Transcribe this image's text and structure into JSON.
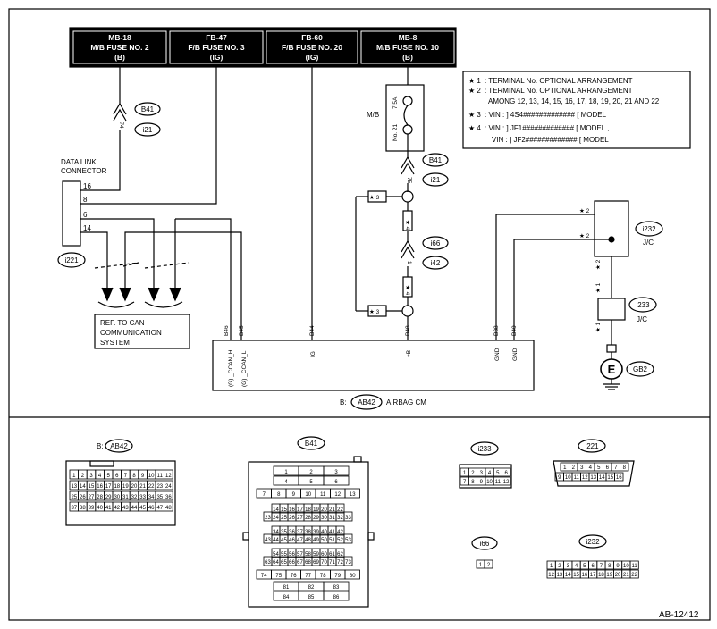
{
  "fuses": [
    {
      "line1": "MB-18",
      "line2": "M/B FUSE NO. 2",
      "line3": "(B)"
    },
    {
      "line1": "FB-47",
      "line2": "F/B FUSE NO. 3",
      "line3": "(IG)"
    },
    {
      "line1": "FB-60",
      "line2": "F/B FUSE NO. 20",
      "line3": "(IG)"
    },
    {
      "line1": "MB-8",
      "line2": "M/B FUSE NO. 10",
      "line3": "(B)"
    }
  ],
  "notes": [
    {
      "mark": "★ 1",
      "text": ": TERMINAL No. OPTIONAL ARRANGEMENT"
    },
    {
      "mark": "★ 2",
      "text": ": TERMINAL No. OPTIONAL ARRANGEMENT"
    },
    {
      "mark": "",
      "text": "AMONG 12, 13, 14, 15, 16, 17, 18, 19, 20, 21 AND 22"
    },
    {
      "mark": "★ 3",
      "text": ": VIN : ] 4S4############# [ MODEL"
    },
    {
      "mark": "★ 4",
      "text": ": VIN : ] JF1############# [ MODEL ,"
    },
    {
      "mark": "",
      "text": "VIN : ] JF2############# [ MODEL"
    }
  ],
  "labels": {
    "dlc_line1": "DATA LINK",
    "dlc_line2": "CONNECTOR",
    "ref1": "REF. TO CAN",
    "ref2": "COMMUNICATION",
    "ref3": "SYSTEM",
    "mb": "M/B",
    "fuse_no": "No. 21",
    "fuse_amp": "7.5A",
    "jc1": "J/C",
    "jc2": "J/C",
    "cm_prefix": "B:",
    "cm_name": "AIRBAG CM",
    "b_prefix": "B:",
    "footer": "AB-12412"
  },
  "connectors": {
    "b41": "B41",
    "i21": "i21",
    "i66": "i66",
    "i42": "i42",
    "i221": "i221",
    "i232": "i232",
    "i233": "i233",
    "ab42": "AB42",
    "gb2": "GB2",
    "earth": "E"
  },
  "pin_numbers": {
    "dlc": [
      "16",
      "8",
      "6",
      "14"
    ],
    "b41_top": "74",
    "b41_mid": "75",
    "i66_pin": "1"
  },
  "markers": {
    "star1": "★ 1",
    "star2": "★ 2",
    "star3": "★ 3",
    "star4": "★ 4"
  },
  "cm_pins": [
    {
      "num": "B46",
      "name": "(G) _CCAN_H"
    },
    {
      "num": "B45",
      "name": "(G) _CCAN_L"
    },
    {
      "num": "B44",
      "name": "IG"
    },
    {
      "num": "B48",
      "name": "+B"
    },
    {
      "num": "B38",
      "name": "GND"
    },
    {
      "num": "B40",
      "name": "GND"
    }
  ],
  "ab42_rows": [
    [
      "1",
      "2",
      "3",
      "4",
      "5",
      "6",
      "7",
      "8",
      "9",
      "10",
      "11",
      "12"
    ],
    [
      "13",
      "14",
      "15",
      "16",
      "17",
      "18",
      "19",
      "20",
      "21",
      "22",
      "23",
      "24"
    ],
    [
      "25",
      "26",
      "27",
      "28",
      "29",
      "30",
      "31",
      "32",
      "33",
      "34",
      "35",
      "36"
    ],
    [
      "37",
      "38",
      "39",
      "40",
      "41",
      "42",
      "43",
      "44",
      "45",
      "46",
      "47",
      "48"
    ]
  ],
  "b41_rows": [
    [
      "1",
      "2",
      "3"
    ],
    [
      "4",
      "5",
      "6"
    ],
    [
      "7",
      "8",
      "9",
      "10",
      "11",
      "12",
      "13"
    ],
    [
      "14",
      "15",
      "16",
      "17",
      "18",
      "19",
      "20",
      "21",
      "22"
    ],
    [
      "23",
      "24",
      "25",
      "26",
      "27",
      "28",
      "29",
      "30",
      "31",
      "32",
      "33"
    ],
    [
      "34",
      "35",
      "36",
      "37",
      "38",
      "39",
      "40",
      "41",
      "42"
    ],
    [
      "43",
      "44",
      "45",
      "46",
      "47",
      "48",
      "49",
      "50",
      "51",
      "52",
      "53"
    ],
    [
      "54",
      "55",
      "56",
      "57",
      "58",
      "59",
      "60",
      "61",
      "62"
    ],
    [
      "63",
      "64",
      "65",
      "66",
      "67",
      "68",
      "69",
      "70",
      "71",
      "72",
      "73"
    ],
    [
      "74",
      "75",
      "76",
      "77",
      "78",
      "79",
      "80"
    ],
    [
      "81",
      "82",
      "83"
    ],
    [
      "84",
      "85",
      "86"
    ]
  ],
  "i233_rows": [
    [
      "1",
      "2",
      "3",
      "4",
      "5",
      "6"
    ],
    [
      "7",
      "8",
      "9",
      "10",
      "11",
      "12"
    ]
  ],
  "i221_rows": [
    [
      "1",
      "2",
      "3",
      "4",
      "5",
      "6",
      "7",
      "8"
    ],
    [
      "9",
      "10",
      "11",
      "12",
      "13",
      "14",
      "15",
      "16"
    ]
  ],
  "i66_rows": [
    [
      "1",
      "2"
    ]
  ],
  "i232_rows": [
    [
      "1",
      "2",
      "3",
      "4",
      "5",
      "6",
      "7",
      "8",
      "9",
      "10",
      "11"
    ],
    [
      "12",
      "13",
      "14",
      "15",
      "16",
      "17",
      "18",
      "19",
      "20",
      "21",
      "22"
    ]
  ]
}
